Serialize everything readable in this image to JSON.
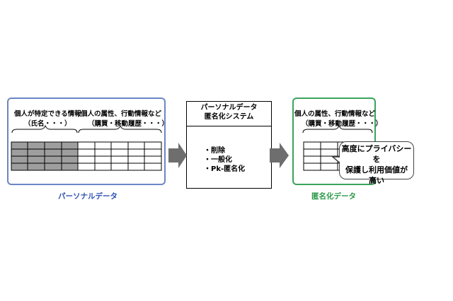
{
  "left_panel": {
    "label_identifying_line1": "個人が特定できる情報",
    "label_identifying_line2": "（氏名・・・）",
    "label_attributes_line1": "個人の属性、行動情報など",
    "label_attributes_line2": "（購買・移動履歴・・・）",
    "caption": "パーソナルデータ",
    "border_color": "#6b86c6",
    "caption_color": "#2e4fb3",
    "shaded_cell_color": "#9e9e9e"
  },
  "system_box": {
    "title_line1": "パーソナルデータ",
    "title_line2": "匿名化システム",
    "items": [
      "・削除",
      "・一般化",
      "・Pk-匿名化"
    ]
  },
  "right_panel": {
    "label_line1": "個人の属性、行動情報など",
    "label_line2": "（購買・移動履歴・・・）",
    "caption": "匿名化データ",
    "border_color": "#3aa35b",
    "caption_color": "#2f9a4c"
  },
  "callout": {
    "line1": "高度にプライバシーを",
    "line2": "保護し利用価値が",
    "line3": "高い"
  },
  "arrow_color": "#6e6e6e"
}
